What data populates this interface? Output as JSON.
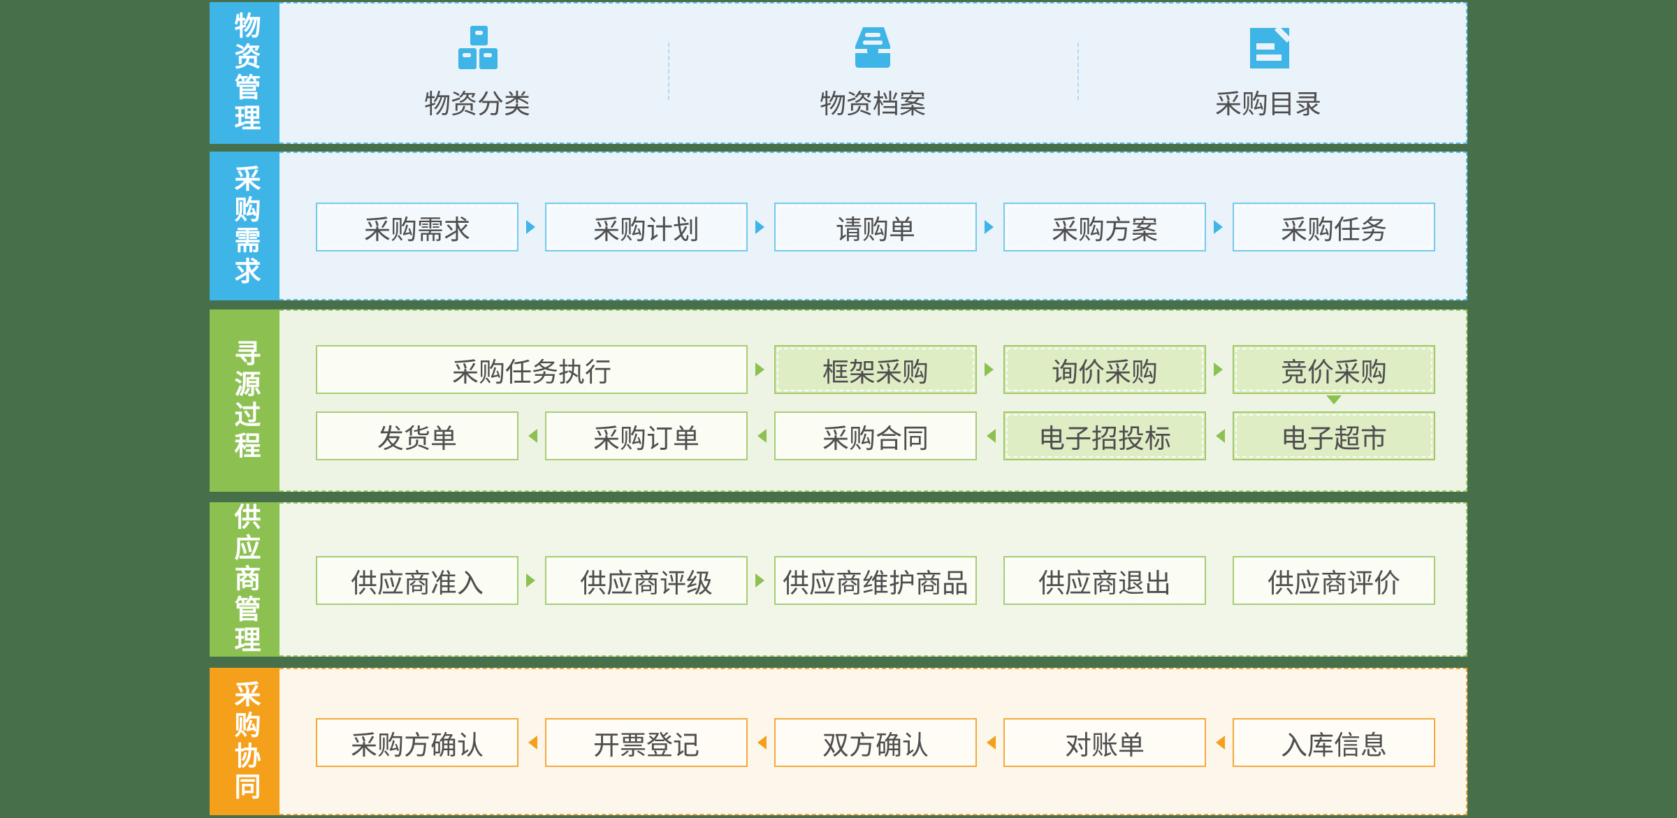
{
  "colors": {
    "background": "#47704A",
    "blue_accent": "#3EB4E7",
    "green_accent": "#8CC152",
    "orange_accent": "#F5A01B",
    "box_text": "#4E4E4E"
  },
  "bands": [
    {
      "id": "material-management",
      "sidebar_label": "物资管理",
      "items": [
        {
          "icon": "boxes-icon",
          "label": "物资分类"
        },
        {
          "icon": "archive-icon",
          "label": "物资档案"
        },
        {
          "icon": "document-icon",
          "label": "采购目录"
        }
      ]
    },
    {
      "id": "purchase-demand",
      "sidebar_label": "采购需求",
      "flow_direction": "right",
      "boxes": [
        "采购需求",
        "采购计划",
        "请购单",
        "采购方案",
        "采购任务"
      ]
    },
    {
      "id": "sourcing-process",
      "sidebar_label": "寻源过程",
      "row1_flow": "right",
      "row2_flow": "left",
      "branch": "竞价采购 → 电子超市 (down arrow)",
      "row1": [
        {
          "label": "采购任务执行",
          "variant": "light",
          "span": 2
        },
        {
          "label": "框架采购",
          "variant": "filled",
          "span": 1
        },
        {
          "label": "询价采购",
          "variant": "filled",
          "span": 1
        },
        {
          "label": "竞价采购",
          "variant": "filled",
          "span": 1
        }
      ],
      "row2": [
        {
          "label": "发货单",
          "variant": "light"
        },
        {
          "label": "采购订单",
          "variant": "light"
        },
        {
          "label": "采购合同",
          "variant": "light"
        },
        {
          "label": "电子招投标",
          "variant": "filled"
        },
        {
          "label": "电子超市",
          "variant": "filled"
        }
      ]
    },
    {
      "id": "supplier-management",
      "sidebar_label": "供应商管理",
      "flow_direction": "right-first-three-only",
      "boxes": [
        "供应商准入",
        "供应商评级",
        "供应商维护商品",
        "供应商退出",
        "供应商评价"
      ]
    },
    {
      "id": "purchase-collaboration",
      "sidebar_label": "采购协同",
      "flow_direction": "left",
      "boxes": [
        "采购方确认",
        "开票登记",
        "双方确认",
        "对账单",
        "入库信息"
      ]
    }
  ]
}
